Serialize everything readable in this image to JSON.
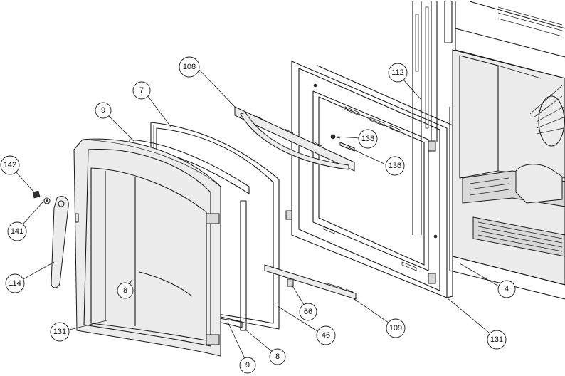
{
  "callouts": [
    {
      "id": "c108",
      "label": "108"
    },
    {
      "id": "c7",
      "label": "7"
    },
    {
      "id": "c9a",
      "label": "9"
    },
    {
      "id": "c112",
      "label": "112"
    },
    {
      "id": "c138",
      "label": "138"
    },
    {
      "id": "c136",
      "label": "136"
    },
    {
      "id": "c142",
      "label": "142"
    },
    {
      "id": "c141",
      "label": "141"
    },
    {
      "id": "c114",
      "label": "114"
    },
    {
      "id": "c8a",
      "label": "8"
    },
    {
      "id": "c131a",
      "label": "131"
    },
    {
      "id": "c9b",
      "label": "9"
    },
    {
      "id": "c8b",
      "label": "8"
    },
    {
      "id": "c46",
      "label": "46"
    },
    {
      "id": "c66",
      "label": "66"
    },
    {
      "id": "c109",
      "label": "109"
    },
    {
      "id": "c131b",
      "label": "131"
    },
    {
      "id": "c4",
      "label": "4"
    }
  ]
}
